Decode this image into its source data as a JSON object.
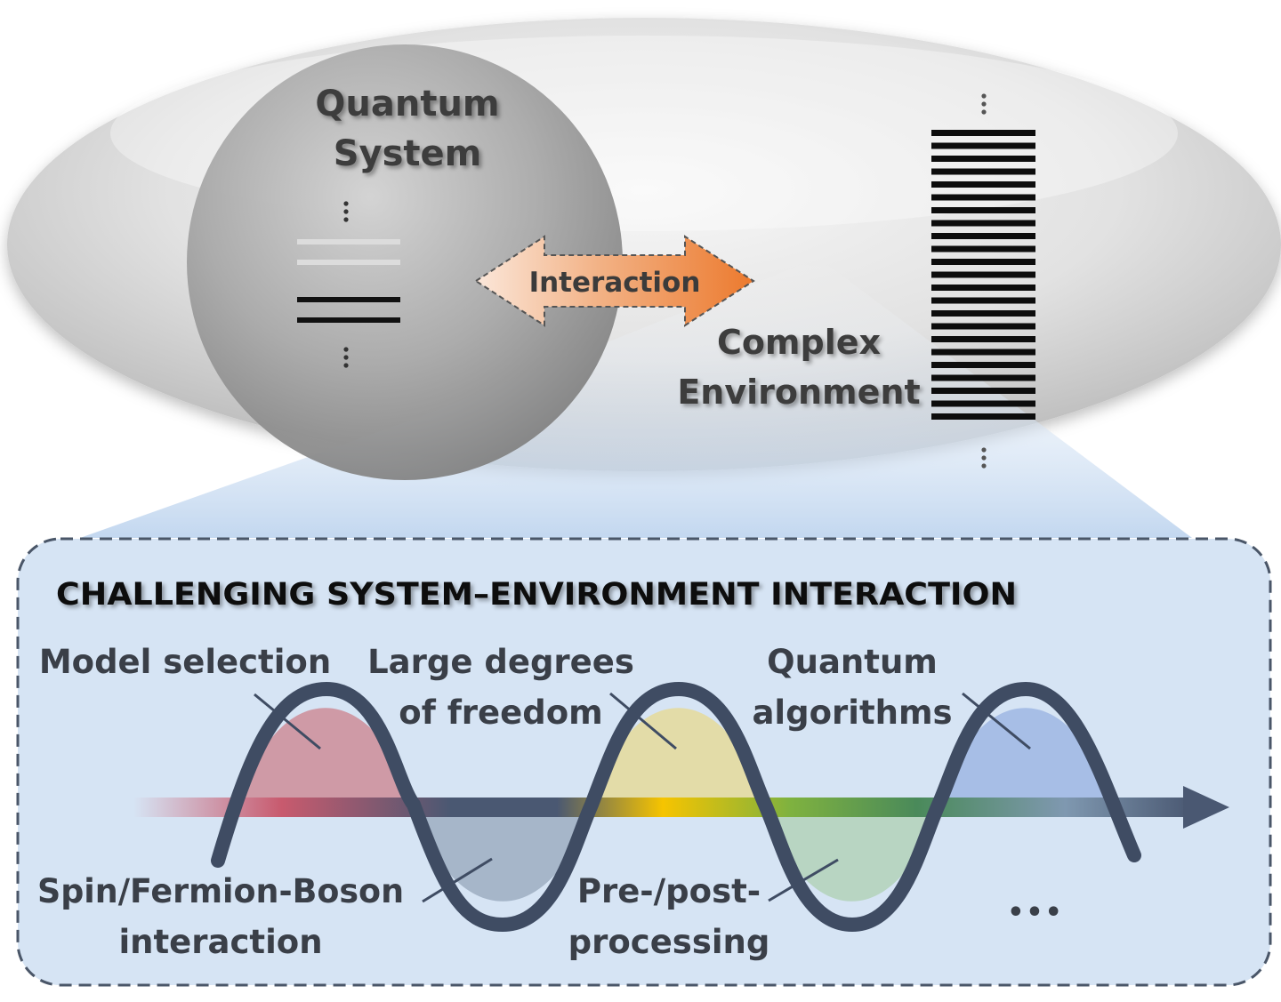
{
  "top": {
    "system_label_line1": "Quantum",
    "system_label_line2": "System",
    "interaction_label": "Interaction",
    "environment_label_line1": "Complex",
    "environment_label_line2": "Environment"
  },
  "panel": {
    "title": "CHALLENGING SYSTEM–ENVIRONMENT INTERACTION",
    "labels": {
      "model_selection": "Model selection",
      "large_dof_line1": "Large degrees",
      "large_dof_line2": "of freedom",
      "quantum_alg_line1": "Quantum",
      "quantum_alg_line2": "algorithms",
      "spin_line1": "Spin/Fermion-Boson",
      "spin_line2": "interaction",
      "prepost_line1": "Pre-/post-",
      "prepost_line2": "processing",
      "ellipsis": "•••"
    }
  },
  "colors": {
    "panel_fill": "#d6e4f4",
    "panel_border": "#4a5668",
    "wave_stroke": "#3f4c63",
    "lobe_red": "#cf9aa6",
    "lobe_slate": "#a6b6c9",
    "lobe_yellow": "#e3dca8",
    "lobe_green": "#b8d5c2",
    "lobe_blue": "#a7bee6",
    "arrow_orange": "#ec7a2e"
  },
  "icons": {
    "interaction_arrow": "double-arrow-icon",
    "timeline_arrow": "arrow-right-icon",
    "vertical_ellipsis": "vertical-ellipsis-icon"
  }
}
